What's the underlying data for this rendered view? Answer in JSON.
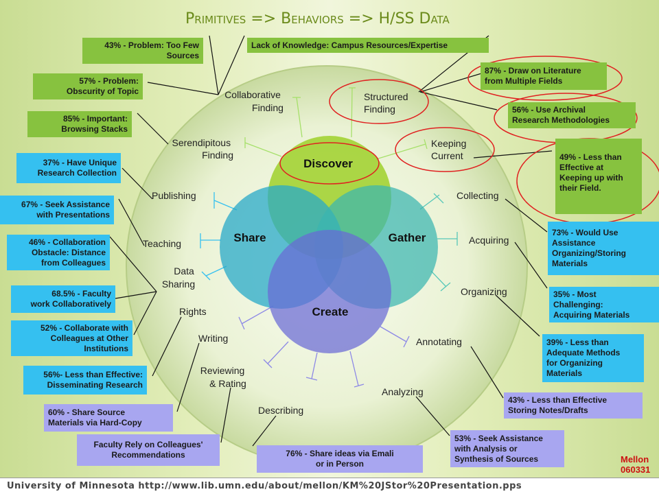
{
  "title": "Primitives => Behaviors => H/SS Data",
  "footer": "University of Minnesota   http://www.lib.umn.edu/about/mellon/KM%20JStor%20Presentation.pps",
  "mellon": {
    "name": "Mellon",
    "code": "060331"
  },
  "colors": {
    "green_box": "#87c23f",
    "blue_box": "#35c0f0",
    "purple_box": "#a8a6f0",
    "highlight": "#e02020"
  },
  "venn": {
    "discover": "Discover",
    "share": "Share",
    "gather": "Gather",
    "create": "Create"
  },
  "primitives": {
    "collaborative": [
      "Collaborative",
      "Finding"
    ],
    "structured": [
      "Structured",
      "Finding"
    ],
    "keeping": [
      "Keeping",
      "Current"
    ],
    "serendipitous": [
      "Serendipitous",
      "Finding"
    ],
    "publishing": "Publishing",
    "teaching": "Teaching",
    "data_sharing": [
      "Data",
      "Sharing"
    ],
    "rights": "Rights",
    "writing": "Writing",
    "reviewing": [
      "Reviewing",
      "& Rating"
    ],
    "describing": "Describing",
    "collecting": "Collecting",
    "acquiring": "Acquiring",
    "organizing": "Organizing",
    "annotating": "Annotating",
    "analyzing": "Analyzing"
  },
  "boxes": {
    "too_few_sources": [
      "43% - Problem: Too Few",
      "Sources"
    ],
    "lack_knowledge": [
      "Lack of Knowledge: Campus Resources/Expertise"
    ],
    "obscurity": [
      "57% - Problem:",
      "Obscurity of Topic"
    ],
    "browsing": [
      "85% - Important:",
      "Browsing Stacks"
    ],
    "unique_collection": [
      "37% - Have Unique",
      "Research Collection"
    ],
    "presentations": [
      "67% - Seek Assistance",
      "with Presentations"
    ],
    "distance": [
      "46% -  Collaboration",
      "Obstacle: Distance",
      "from Colleagues"
    ],
    "faculty_collab": [
      "68.5% - Faculty",
      "work Collaboratively"
    ],
    "other_institutions": [
      "52% - Collaborate with",
      "Colleagues at Other",
      "Institutions"
    ],
    "disseminating": [
      "56%- Less than Effective:",
      "Disseminating Research"
    ],
    "hard_copy": [
      "60% - Share Source",
      "Materials via Hard-Copy"
    ],
    "recommendations": [
      "Faculty Rely on Colleagues'",
      "Recommendations"
    ],
    "email": [
      "76% - Share ideas via Emali",
      "or in Person"
    ],
    "literature": [
      "87% - Draw on Literature",
      "from Multiple Fields"
    ],
    "archival": [
      "56% - Use Archival",
      "Research Methodologies"
    ],
    "keeping_up": [
      "49% - Less than",
      "Effective at",
      "Keeping up with",
      "their Field."
    ],
    "organizing_storing": [
      "73% - Would Use",
      "Assistance",
      "Organizing/Storing",
      "Materials"
    ],
    "acquiring_materials": [
      "35% - Most",
      "Challenging:",
      "Acquiring Materials"
    ],
    "adequate_methods": [
      "39% - Less than",
      "Adequate Methods",
      "for Organizing",
      "Materials"
    ],
    "storing_notes": [
      "43% - Less than Effective",
      "Storing Notes/Drafts"
    ],
    "analysis": [
      "53% - Seek Assistance",
      "with Analysis or",
      "Synthesis of Sources"
    ]
  }
}
